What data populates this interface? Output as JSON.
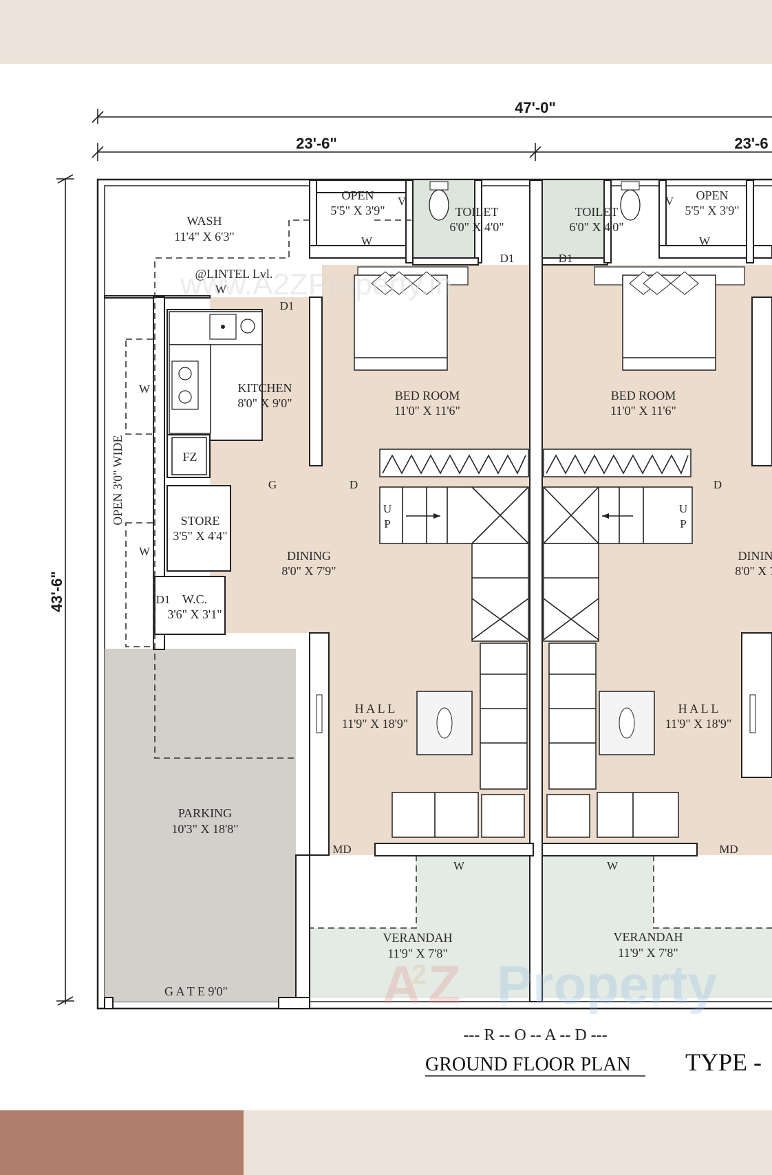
{
  "dimensions": {
    "overall_width": "47'-0\"",
    "left_width": "23'-6\"",
    "right_width": "23'-6",
    "depth": "43'-6\""
  },
  "rooms": {
    "wash": {
      "name": "WASH",
      "size": "11'4\" X 6'3\""
    },
    "open_left": {
      "name": "OPEN",
      "size": "5'5\" X 3'9\""
    },
    "open_right": {
      "name": "OPEN",
      "size": "5'5\" X 3'9\""
    },
    "toilet_left": {
      "name": "TOILET",
      "size": "6'0\" X 4'0\""
    },
    "toilet_right": {
      "name": "TOILET",
      "size": "6'0\" X 4'0\""
    },
    "lintel": "@LINTEL Lvl.",
    "kitchen": {
      "name": "KITCHEN",
      "size": "8'0\" X 9'0\""
    },
    "bedroom_left": {
      "name": "BED ROOM",
      "size": "11'0\" X 11'6\""
    },
    "bedroom_right": {
      "name": "BED ROOM",
      "size": "11'0\" X 11'6\""
    },
    "store": {
      "name": "STORE",
      "size": "3'5\" X 4'4\""
    },
    "dining_left": {
      "name": "DINING",
      "size": "8'0\" X 7'9\""
    },
    "dining_right": {
      "name": "DININ",
      "size": "8'0\" X 7"
    },
    "wc": {
      "name": "W.C.",
      "size": "3'6\" X 3'1\""
    },
    "hall_left": {
      "name": "H A L L",
      "size": "11'9\" X 18'9\""
    },
    "hall_right": {
      "name": "H A L L",
      "size": "11'9\" X 18'9\""
    },
    "parking": {
      "name": "PARKING",
      "size": "10'3\" X 18'8\""
    },
    "verandah_left": {
      "name": "VERANDAH",
      "size": "11'9\" X 7'8\""
    },
    "verandah_right": {
      "name": "VERANDAH",
      "size": "11'9\" X 7'8\""
    },
    "open_wide": "OPEN 3'0\" WIDE",
    "gate": "G A T E 9'0\"",
    "fz": "FZ"
  },
  "markers": {
    "w": "W",
    "v": "V",
    "d": "D",
    "d1": "D1",
    "g": "G",
    "md": "MD",
    "u": "U",
    "p": "P"
  },
  "road": "--- R -- O -- A -- D ---",
  "title": "GROUND FLOOR PLAN",
  "type_label": "TYPE -",
  "watermark": "www.A2ZProperty.in",
  "logo": {
    "a": "A",
    "two": "2",
    "z": "Z",
    "property": "Property"
  },
  "colors": {
    "band": "#ece4da",
    "accent": "#b07e6b",
    "floor": "#ecdccd",
    "toilet": "#dde6dd",
    "verandah": "#e3ebe4",
    "parking": "#d3cfcb"
  }
}
